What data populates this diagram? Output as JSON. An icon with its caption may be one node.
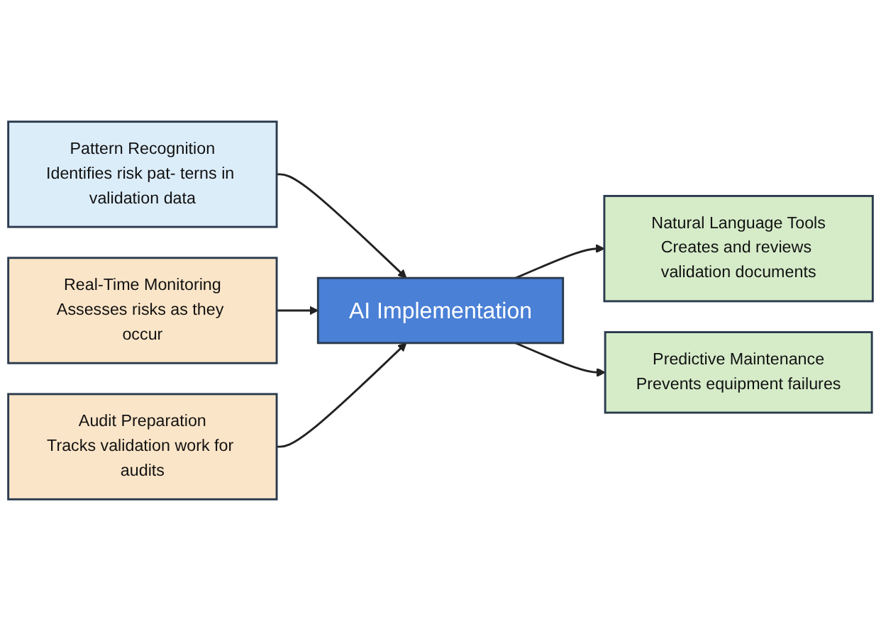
{
  "diagram": {
    "nodes": [
      {
        "text": [
          "Pattern Recognition",
          "Identifies risk pat- terns in validation data"
        ]
      },
      {
        "text": [
          "Real-Time Monitoring",
          "Assesses risks as they occur"
        ]
      },
      {
        "text": [
          "Natural Language Tools",
          "Creates and reviews validation documents"
        ]
      },
      {
        "text": [
          "AI Implementation"
        ]
      },
      {
        "text": [
          "Predictive Maintenance",
          "Prevents equipment failures"
        ]
      },
      {
        "text": [
          "Audit Preparation",
          "Tracks validation work for audits"
        ]
      }
    ],
    "edges": [
      {
        "from": 0,
        "to": 3,
        "arrow": "to"
      },
      {
        "from": 1,
        "to": 3,
        "arrow": "to"
      },
      {
        "from": 3,
        "to": 2,
        "arrow": "to"
      },
      {
        "from": 3,
        "to": 4,
        "arrow": "to"
      },
      {
        "from": 5,
        "to": 3,
        "arrow": "to"
      }
    ]
  }
}
